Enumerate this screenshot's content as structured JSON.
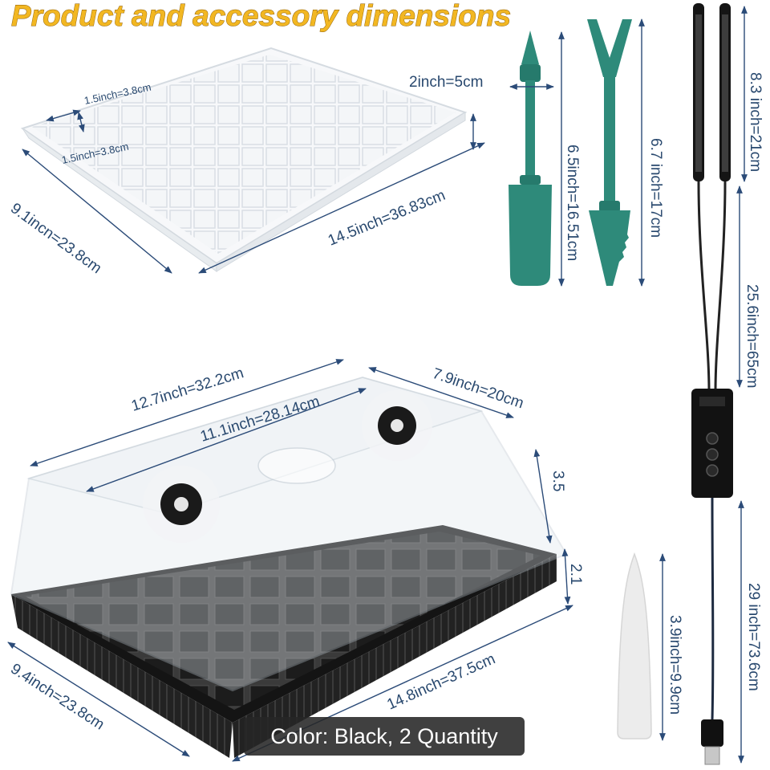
{
  "title": "Product and accessory dimensions",
  "caption": "Color: Black, 2 Quantity",
  "colors": {
    "title_fill": "#f2b722",
    "title_stroke": "#8a5a06",
    "dimension_text": "#28486e",
    "tool_green": "#2e8a7a",
    "tray_black": "#1c1c1c",
    "caption_bg": "#262626"
  },
  "insert_tray": {
    "cell_width": "1.5inch=3.8cm",
    "cell_length": "1.5inch=3.8cm",
    "length": "14.5inch=36.83cm",
    "width": "9.1incn=23.8cm"
  },
  "tools": {
    "spoon_width": "2inch=5cm",
    "spoon_length": "6.5inch=16.51cm",
    "fork_length": "6.7 inch=17cm"
  },
  "grow_light": {
    "light_length": "8.3 inch=21cm",
    "cable_to_controller": "25.6inch=65cm",
    "cable_to_usb": "29 inch=73.6cm"
  },
  "plant_label": {
    "length": "3.9inch=9.9cm"
  },
  "dome_tray": {
    "dome_top_length": "12.7inch=32.2cm",
    "dome_inner_length": "11.1inch=28.14cm",
    "dome_width": "7.9inch=20cm",
    "dome_height": "3.5",
    "tray_height": "2.1",
    "tray_length": "14.8inch=37.5cm",
    "tray_width": "9.4inch=23.8cm"
  }
}
